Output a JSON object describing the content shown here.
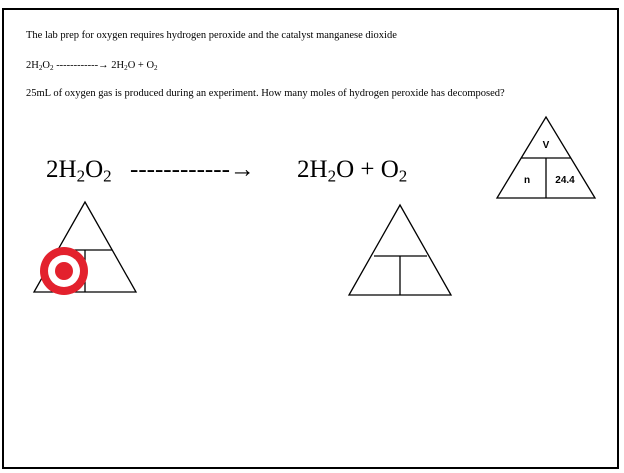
{
  "slide": {
    "line1": "The lab prep for oxygen requires hydrogen peroxide and the catalyst manganese dioxide",
    "line2": {
      "reactant_coef": "2H",
      "reactant_sub1": "2",
      "reactant_o": "O",
      "reactant_sub2": "2",
      "arrow": " ------------→ ",
      "product1": "2H",
      "product1_sub": "2",
      "product1_tail": "O + O",
      "product2_sub": "2"
    },
    "line3": "25mL of oxygen gas is produced during an experiment. How many moles of hydrogen peroxide has decomposed?"
  },
  "equation": {
    "left_a": "2H",
    "left_sub1": "2",
    "left_b": "O",
    "left_sub2": "2",
    "arrow": "------------→",
    "right_a": "2H",
    "right_sub1": "2",
    "right_b": "O + O",
    "right_sub2": "2"
  },
  "key_triangle": {
    "top": "V",
    "bottom_left": "n",
    "bottom_right": "24.4"
  },
  "icons": {
    "target": "target-icon",
    "target_color": "#e3212d"
  }
}
